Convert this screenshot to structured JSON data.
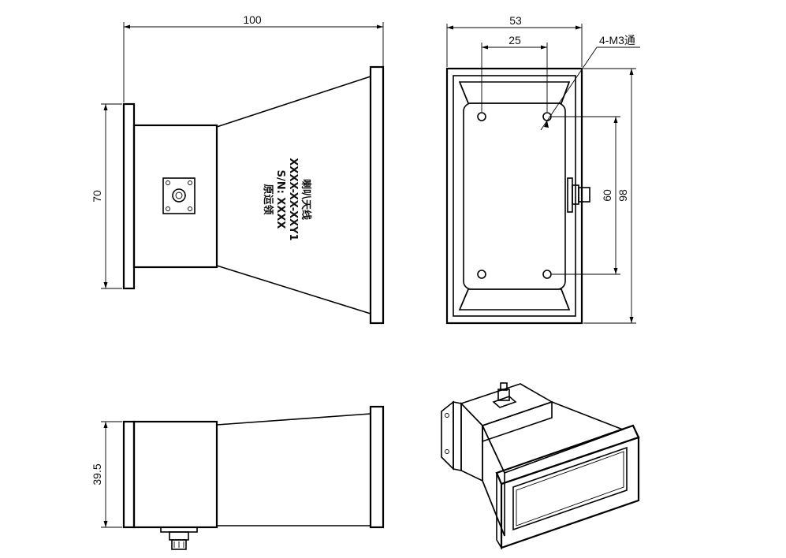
{
  "dimensions": {
    "overall_length": "100",
    "flange_height": "70",
    "aperture_width": "53",
    "hole_spacing_width": "25",
    "hole_note": "4-M3通",
    "hole_spacing_height": "60",
    "aperture_height": "98",
    "waveguide_height": "39.5"
  },
  "nameplate": {
    "line1": "喇叭天线",
    "line2": "XXXX-XX-XXY1",
    "line3": "S/N: XXXX",
    "line4": "原运领"
  }
}
